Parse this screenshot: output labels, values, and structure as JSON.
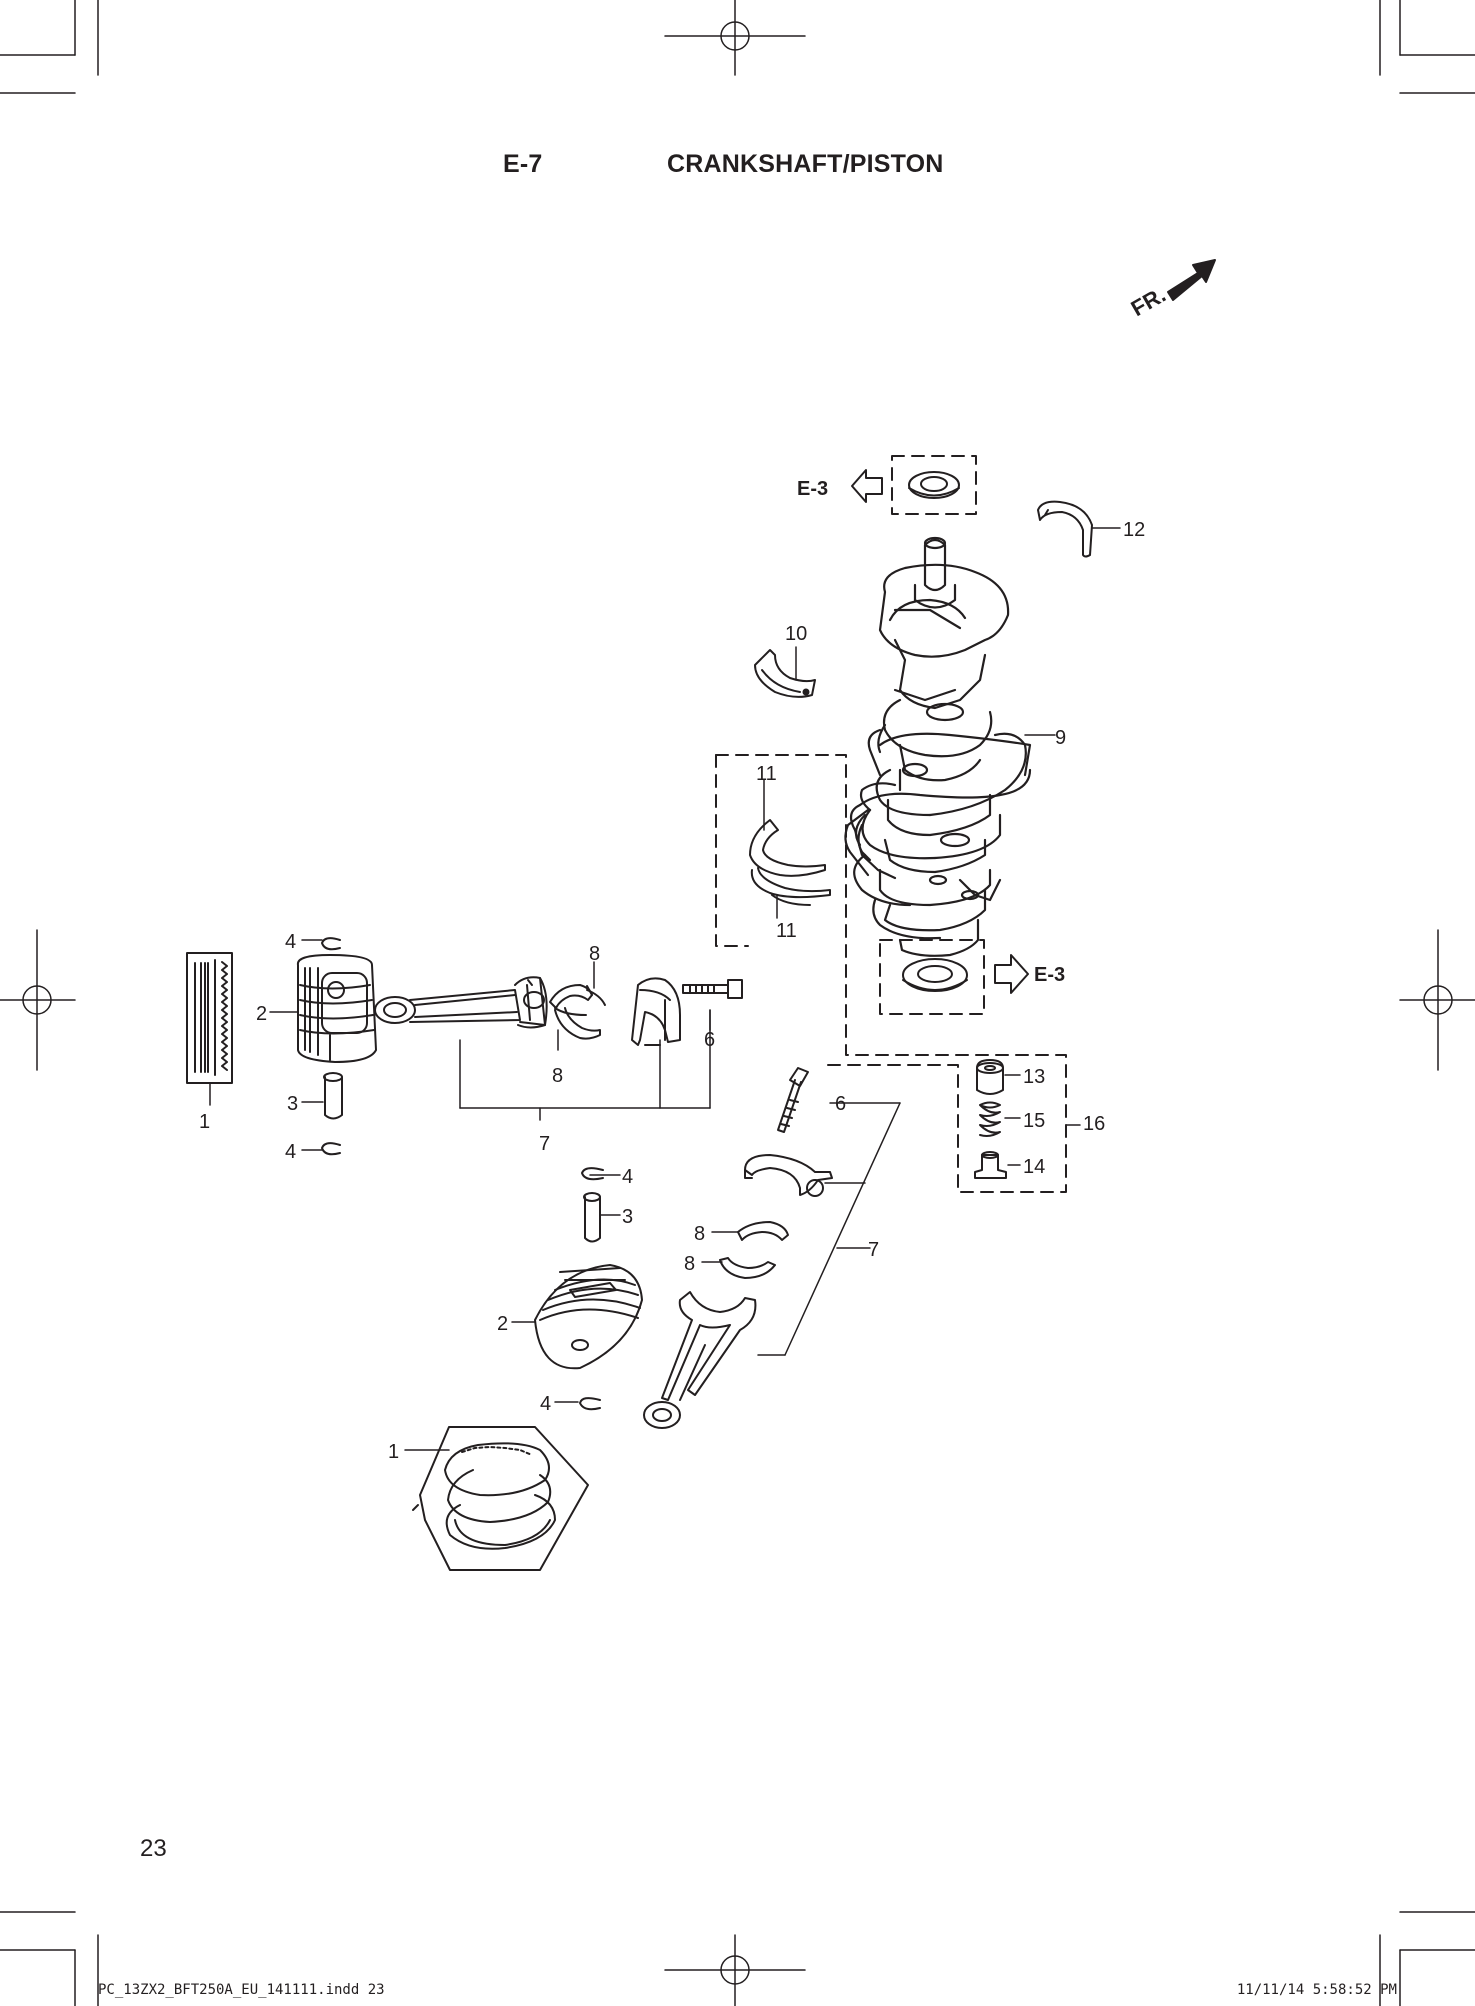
{
  "header": {
    "section": "E-7",
    "title": "CRANKSHAFT/PISTON"
  },
  "direction_mark": "FR.",
  "refs": {
    "upper": "E-3",
    "lower": "E-3"
  },
  "callouts": {
    "c1a": "1",
    "c2a": "2",
    "c3a": "3",
    "c4a": "4",
    "c4b": "4",
    "c7a": "7",
    "c8a": "8",
    "c8b": "8",
    "c6a": "6",
    "c9": "9",
    "c10": "10",
    "c11a": "11",
    "c11b": "11",
    "c12": "12",
    "c13": "13",
    "c15": "15",
    "c14": "14",
    "c16": "16",
    "c6b": "6",
    "c4c": "4",
    "c3b": "3",
    "c8c": "8",
    "c8d": "8",
    "c7b": "7",
    "c2b": "2",
    "c4d": "4",
    "c1b": "1"
  },
  "page_number": "23",
  "footer": {
    "file": "PC_13ZX2_BFT250A_EU_141111.indd 23",
    "datetime": "11/11/14 5:58:52 PM"
  }
}
